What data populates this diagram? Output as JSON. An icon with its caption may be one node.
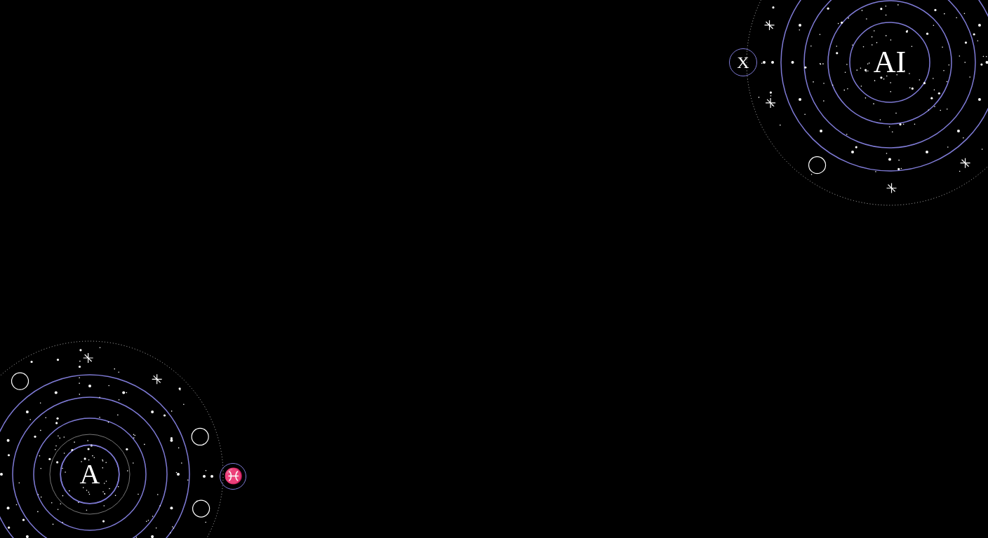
{
  "diagram": {
    "nodes": [
      {
        "text": [
          "AI"
        ]
      },
      {
        "text": [
          "X"
        ]
      },
      {
        "text": [
          "A"
        ]
      },
      {
        "text": [
          "♓"
        ]
      }
    ]
  }
}
